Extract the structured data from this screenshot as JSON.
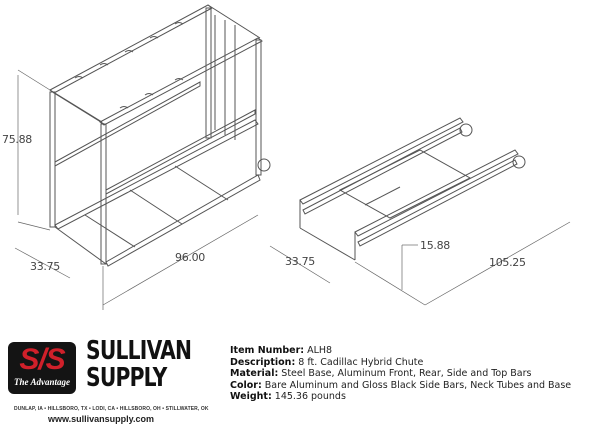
{
  "dimensions": {
    "left_view": {
      "height": "75.88",
      "width": "33.75",
      "length": "96.00"
    },
    "right_view": {
      "width": "33.75",
      "height": "15.88",
      "length": "105.25"
    }
  },
  "logo": {
    "mark": "S/S",
    "tagline": "The Advantage",
    "brand_line1": "SULLIVAN",
    "brand_line2": "SUPPLY",
    "trademark": "·",
    "locations": "DUNLAP, IA • HILLSBORO, TX • LODI, CA • HILLSBORO, OH • STILLWATER, OK",
    "website": "www.sullivansupply.com",
    "accent_color": "#d0202a"
  },
  "specs": [
    {
      "label": "Item Number:",
      "value": " ALH8"
    },
    {
      "label": "Description:",
      "value": " 8 ft. Cadillac Hybrid Chute"
    },
    {
      "label": "Material:",
      "value": " Steel Base, Aluminum Front, Rear, Side and Top Bars"
    },
    {
      "label": "Color:",
      "value": " Bare Aluminum and Gloss Black Side Bars, Neck Tubes and Base"
    },
    {
      "label": "Weight:",
      "value": " 145.36 pounds"
    }
  ]
}
